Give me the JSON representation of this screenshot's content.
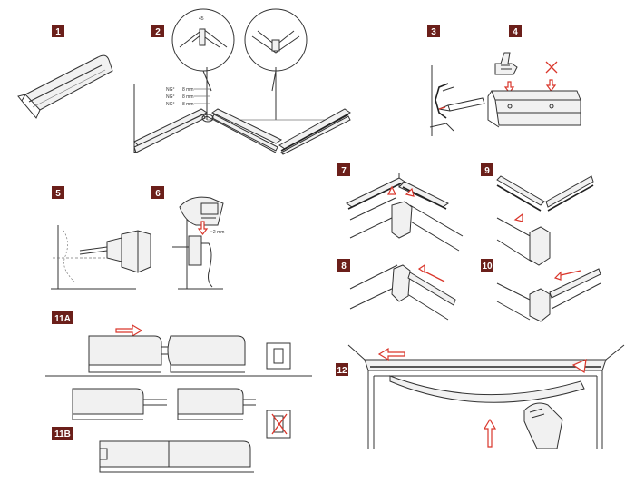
{
  "colors": {
    "badge": "#6b1f1a",
    "arrow": "#d9362b",
    "line": "#333333"
  },
  "steps": [
    {
      "label": "1"
    },
    {
      "label": "2"
    },
    {
      "label": "3"
    },
    {
      "label": "4"
    },
    {
      "label": "5"
    },
    {
      "label": "6"
    },
    {
      "label": "7"
    },
    {
      "label": "9"
    },
    {
      "label": "8"
    },
    {
      "label": "10"
    },
    {
      "label": "11A"
    },
    {
      "label": "12"
    },
    {
      "label": "11B"
    }
  ],
  "annotations": {
    "angle_1": "NG°",
    "angle_2": "NG°",
    "angle_3": "NG°",
    "gap_1": "8 mm",
    "gap_2": "8 mm",
    "gap_3": "8 mm",
    "clearance": "~2 mm"
  },
  "icons": [
    "thumbs-up-icon",
    "cross-icon",
    "drill-icon",
    "hand-icon"
  ]
}
